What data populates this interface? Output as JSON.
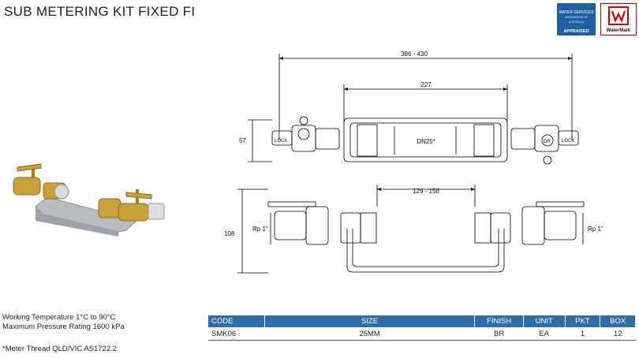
{
  "title": "SUB METERING KIT FIXED FI",
  "badges": {
    "wsa_line1": "WATER SERVICES",
    "wsa_line2": "ASSOCIATION OF AUSTRALIA",
    "wsa_line3": "APPRAISED",
    "watermark": "WaterMark"
  },
  "diagram": {
    "dim_overall": "386 - 430",
    "dim_body": "227",
    "dim_height_top": "57",
    "dim_meter": "DN25*",
    "dim_bottom_span": "129 - 158",
    "dim_height_bottom": "108",
    "thread_left": "Rp 1\"",
    "thread_right": "Rp 1\"",
    "lock_label": "LOCK",
    "valve_dr": "DR"
  },
  "specs": {
    "line1": "Working Temperature  1°C to 90°C",
    "line2": "Maximum Pressure Rating  1600 kPa",
    "note": "*Meter Thread QLD/VIC AS1722.2"
  },
  "table": {
    "headers": [
      "CODE",
      "SIZE",
      "FINISH",
      "UNIT",
      "PKT",
      "BOX"
    ],
    "rows": [
      [
        "SMK06",
        "25MM",
        "BR",
        "EA",
        "1",
        "12"
      ]
    ]
  }
}
